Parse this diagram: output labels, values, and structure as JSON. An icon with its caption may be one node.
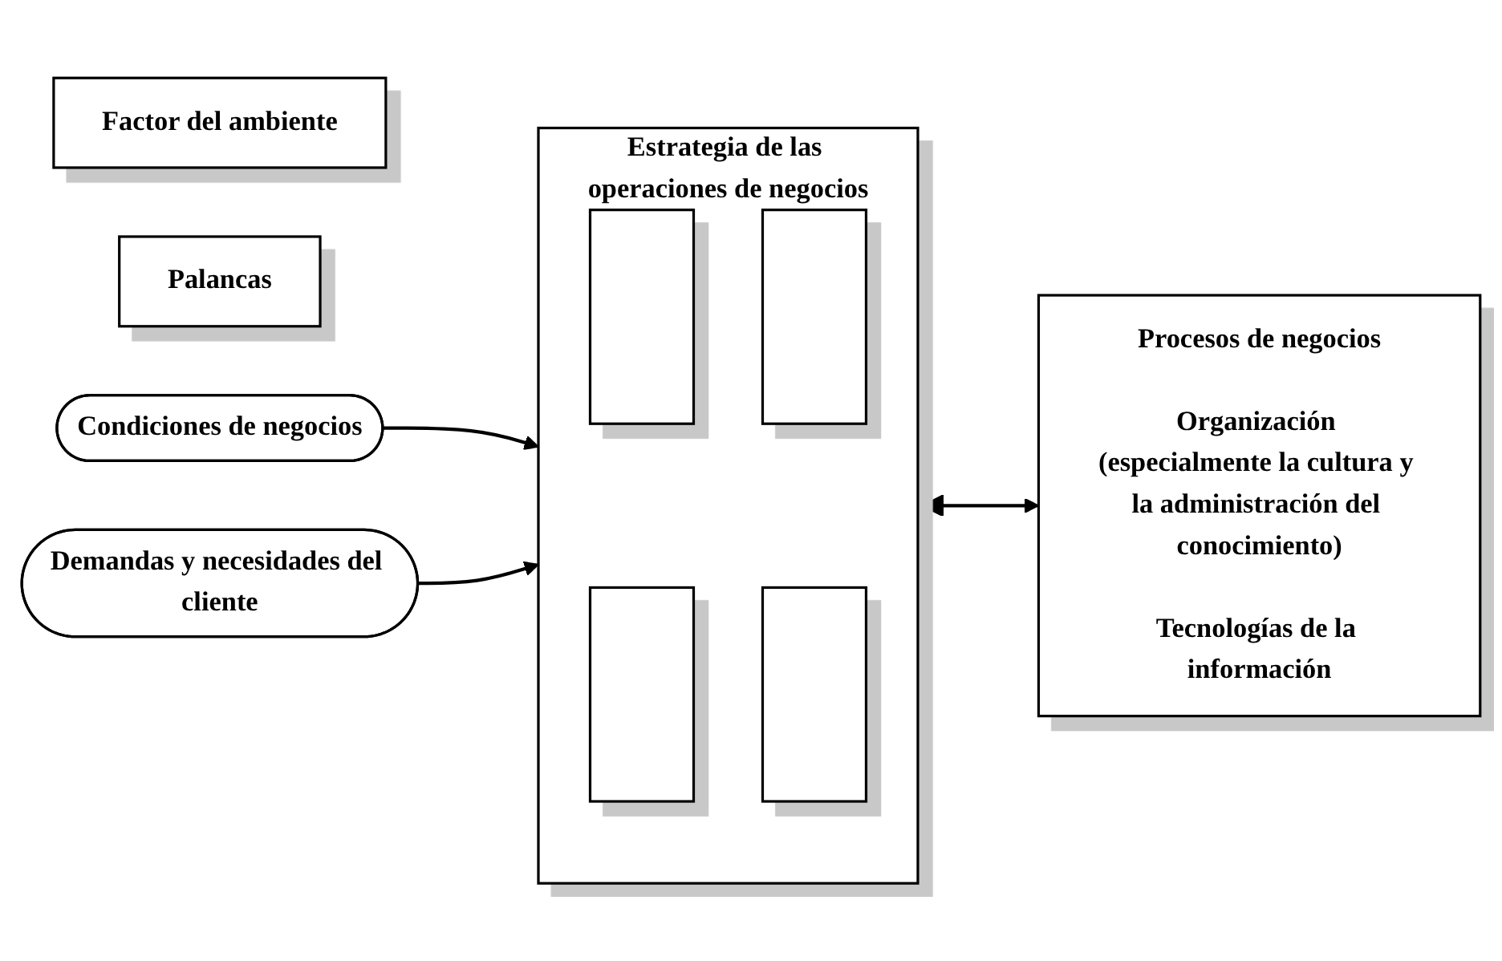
{
  "diagram": {
    "nodes": [
      {
        "text": [
          "Factor del ambiente"
        ]
      },
      {
        "text": [
          "Palancas"
        ]
      },
      {
        "text": [
          "Condiciones de negocios"
        ]
      },
      {
        "text": [
          "Demandas y necesidades del cliente"
        ]
      },
      {
        "text": [
          "Estrategia de las operaciones de negocios"
        ]
      },
      {
        "text": [],
        "shape": "box",
        "in": 4
      },
      {
        "text": [],
        "shape": "box",
        "in": 4
      },
      {
        "text": [],
        "shape": "box",
        "in": 4
      },
      {
        "text": [],
        "shape": "box",
        "in": 4
      },
      {
        "text": [
          "Procesos de negocios",
          "Organización (especialmente la cultura y la administración del conocimiento)",
          "Tecnologías de la información"
        ]
      }
    ],
    "edges": [
      {
        "from": 2,
        "to": 4,
        "arrow": "to"
      },
      {
        "from": 3,
        "to": 4,
        "arrow": "to"
      },
      {
        "from": 4,
        "to": 9,
        "arrow": "both"
      }
    ]
  }
}
